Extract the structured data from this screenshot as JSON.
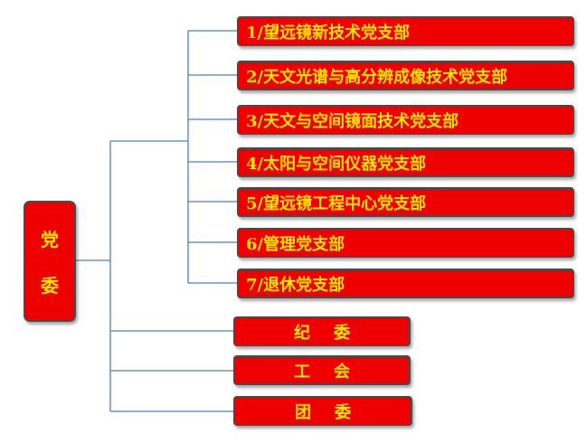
{
  "root": {
    "char1": "党",
    "char2": "委"
  },
  "departments": [
    {
      "label": "1/望远镜新技术党支部"
    },
    {
      "label": "2/天文光谱与高分辨成像技术党支部"
    },
    {
      "label": "3/天文与空间镜面技术党支部"
    },
    {
      "label": "4/太阳与空间仪器党支部"
    },
    {
      "label": "5/望远镜工程中心党支部"
    },
    {
      "label": "6/管理党支部"
    },
    {
      "label": "7/退休党支部"
    }
  ],
  "organizations": [
    {
      "char1": "纪",
      "char2": "委"
    },
    {
      "char1": "工",
      "char2": "会"
    },
    {
      "char1": "团",
      "char2": "委"
    }
  ],
  "colors": {
    "box_fill": "#ee0000",
    "box_text": "#ffe400",
    "box_border": "#4a4a4a",
    "connector": "#4f7fb8"
  }
}
